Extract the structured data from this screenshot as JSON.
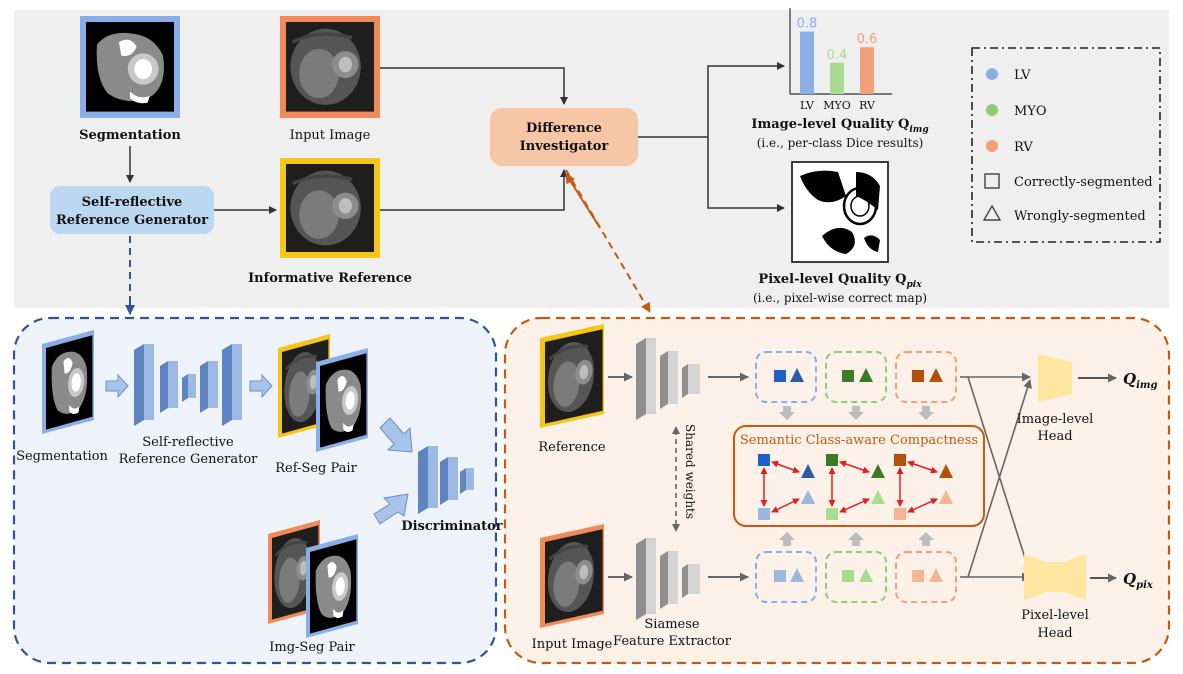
{
  "top": {
    "segmentation_label": "Segmentation",
    "input_image_label": "Input Image",
    "informative_reference_label": "Informative Reference",
    "generator_line1": "Self-reflective",
    "generator_line2": "Reference Generator",
    "investigator_line1": "Difference",
    "investigator_line2": "Investigator",
    "bars": [
      {
        "category": "LV",
        "value": 0.8,
        "value_label": "0.8",
        "color": "#8aaee6"
      },
      {
        "category": "MYO",
        "value": 0.4,
        "value_label": "0.4",
        "color": "#a9d992"
      },
      {
        "category": "RV",
        "value": 0.6,
        "value_label": "0.6",
        "color": "#f0a07a"
      }
    ],
    "image_quality_label": "Image-level Quality Q",
    "image_quality_sub": "img",
    "image_quality_note": "(i.e., per-class Dice results)",
    "pixel_quality_label": "Pixel-level Quality Q",
    "pixel_quality_sub": "pix",
    "pixel_quality_note": "(i.e., pixel-wise correct map)"
  },
  "legend": {
    "items": [
      {
        "label": "LV",
        "symbol": "dot",
        "color": "#8aaee6"
      },
      {
        "label": "MYO",
        "symbol": "dot",
        "color": "#8fcd72"
      },
      {
        "label": "RV",
        "symbol": "dot",
        "color": "#f0a07a"
      },
      {
        "label": "Correctly-segmented",
        "symbol": "square",
        "color": "#444444"
      },
      {
        "label": "Wrongly-segmented",
        "symbol": "triangle",
        "color": "#444444"
      }
    ]
  },
  "left_panel": {
    "segmentation_label": "Segmentation",
    "generator_line1": "Self-reflective",
    "generator_line2": "Reference Generator",
    "ref_seg_pair_label": "Ref-Seg Pair",
    "img_seg_pair_label": "Img-Seg Pair",
    "discriminator_label": "Discriminator"
  },
  "right_panel": {
    "reference_label": "Reference",
    "input_image_label": "Input Image",
    "shared_weights_label": "Shared weights",
    "extractor_line1": "Siamese",
    "extractor_line2": "Feature Extractor",
    "compactness_label": "Semantic Class-aware Compactness",
    "image_head_line1": "Image-level",
    "image_head_line2": "Head",
    "pixel_head_line1": "Pixel-level",
    "pixel_head_line2": "Head",
    "q_img": "Q",
    "q_img_sub": "img",
    "q_pix": "Q",
    "q_pix_sub": "pix"
  },
  "colors": {
    "lv": "#3b6fc4",
    "myo": "#3d8a2e",
    "rv": "#c0561c",
    "top_bg": "#efefef",
    "left_bg": "#eef3f9",
    "right_bg": "#fbf1e9",
    "blue_dash": "#2f5597",
    "orange_dash": "#c55a11"
  }
}
